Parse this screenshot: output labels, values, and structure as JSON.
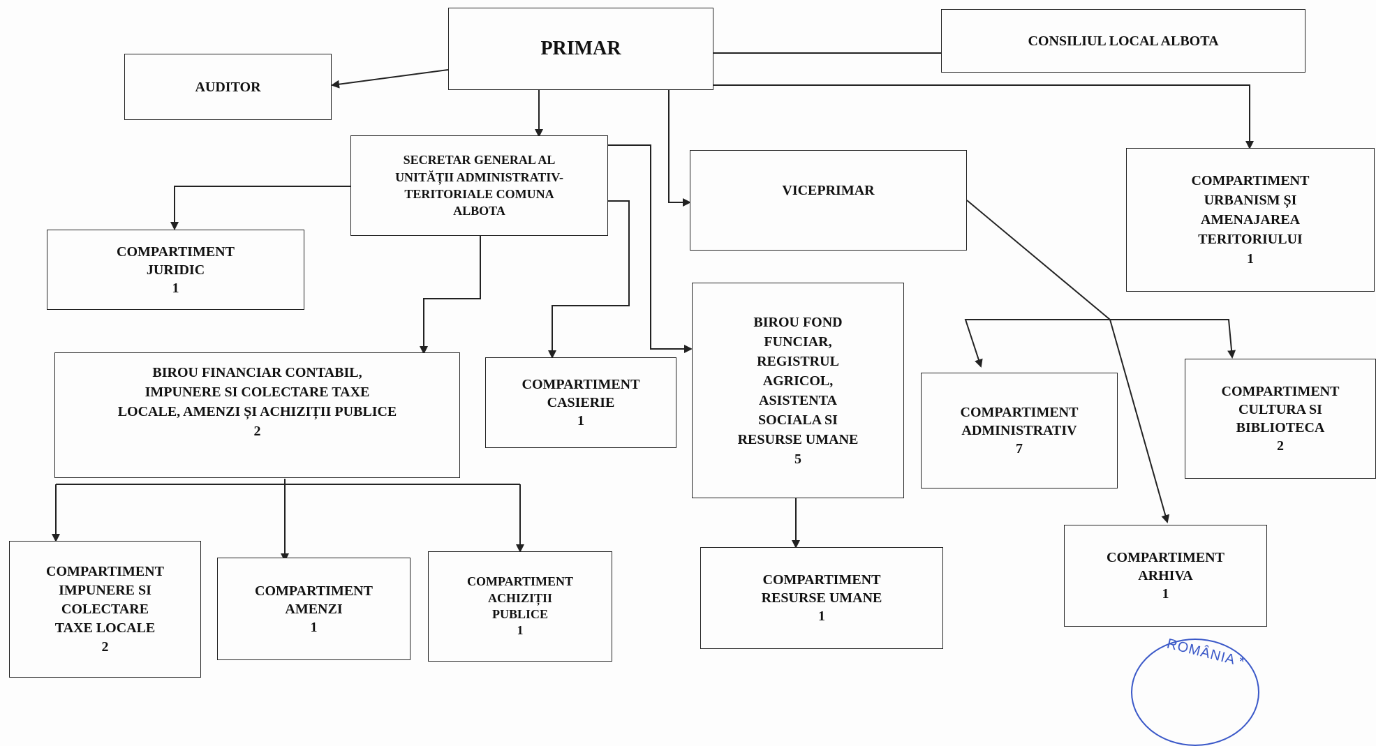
{
  "boxes": {
    "primar": "PRIMAR",
    "consiliu": "CONSILIUL LOCAL ALBOTA",
    "auditor": "AUDITOR",
    "secretar": "SECRETAR GENERAL AL\nUNITĂȚII ADMINISTRATIV-\nTERITORIALE  COMUNA\nALBOTA",
    "viceprimar": "VICEPRIMAR",
    "urbanism": "COMPARTIMENT\nURBANISM ȘI\nAMENAJAREA\nTERITORIULUI\n1",
    "juridic": "COMPARTIMENT\nJURIDIC\n1",
    "financiar": "BIROU FINANCIAR CONTABIL,\nIMPUNERE SI COLECTARE TAXE\nLOCALE, AMENZI ȘI ACHIZIȚII PUBLICE\n2",
    "casierie": "COMPARTIMENT\nCASIERIE\n1",
    "fond_funciar": "BIROU FOND\nFUNCIAR,\nREGISTRUL\nAGRICOL,\nASISTENTA\nSOCIALA SI\nRESURSE UMANE\n5",
    "administrativ": "COMPARTIMENT\nADMINISTRATIV\n7",
    "cultura": "COMPARTIMENT\nCULTURA SI\nBIBLIOTECA\n2",
    "impunere": "COMPARTIMENT\nIMPUNERE SI\nCOLECTARE\nTAXE LOCALE\n2",
    "amenzi": "COMPARTIMENT\nAMENZI\n1",
    "achizitii": "COMPARTIMENT\nACHIZIȚII\nPUBLICE\n1",
    "resurse_umane": "COMPARTIMENT\nRESURSE UMANE\n1",
    "arhiva": "COMPARTIMENT\nARHIVA\n1"
  },
  "seal": {
    "text": "ROMÂNIA *",
    "color": "#3a58c8"
  }
}
